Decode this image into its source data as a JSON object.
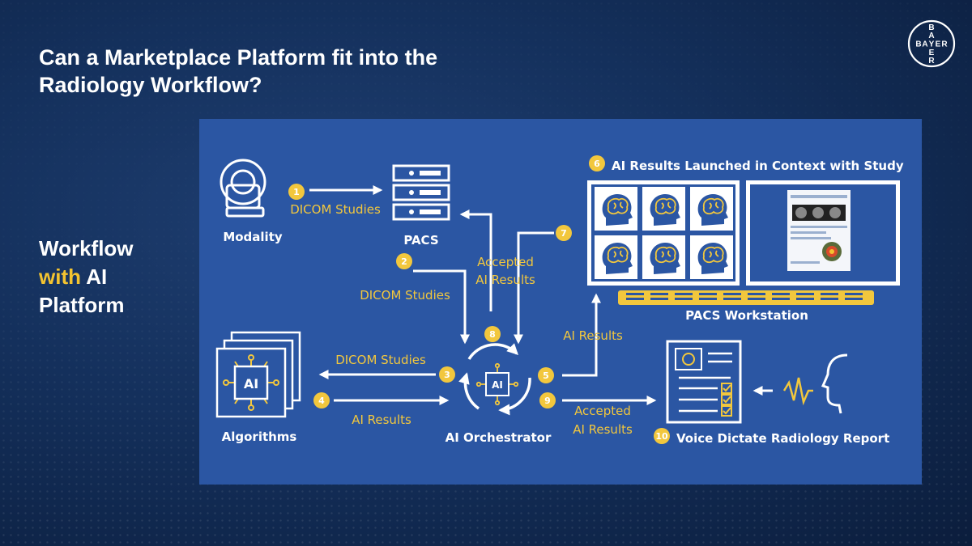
{
  "slide": {
    "title_line1": "Can a Marketplace Platform fit into the",
    "title_line2": "Radiology Workflow?",
    "side_line1": "Workflow",
    "side_highlight": "with",
    "side_rest": " AI",
    "side_line3": "Platform",
    "logo_letters": "BAYER"
  },
  "diagram": {
    "nodes": {
      "modality": "Modality",
      "pacs": "PACS",
      "algorithms": "Algorithms",
      "ai_orchestrator": "AI Orchestrator",
      "pacs_workstation": "PACS Workstation",
      "ai_icon_text": "AI"
    },
    "steps": {
      "s1": {
        "num": "1",
        "label": "DICOM Studies"
      },
      "s2": {
        "num": "2",
        "label": "DICOM Studies"
      },
      "s3": {
        "num": "3",
        "label": "DICOM Studies"
      },
      "s4": {
        "num": "4",
        "label": "AI Results"
      },
      "s5": {
        "num": "5",
        "label": "AI Results"
      },
      "s6": {
        "num": "6",
        "label": "AI Results Launched in Context with Study"
      },
      "s7": {
        "num": "7"
      },
      "s8": {
        "num": "8"
      },
      "s78_label_1": "Accepted",
      "s78_label_2": "AI Results",
      "s9": {
        "num": "9",
        "label_1": "Accepted",
        "label_2": "AI Results"
      },
      "s10": {
        "num": "10",
        "label": "Voice Dictate Radiology Report"
      }
    },
    "colors": {
      "panel": "#2b56a3",
      "accent": "#f2c73d",
      "line": "#ffffff"
    }
  }
}
